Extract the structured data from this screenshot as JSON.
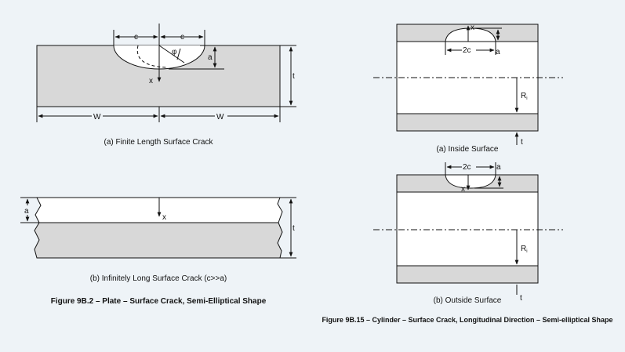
{
  "colors": {
    "background": "#eef3f7",
    "plate_fill": "#d8d8d8",
    "line": "#111111"
  },
  "plate": {
    "finite": {
      "caption": "(a) Finite Length Surface Crack",
      "label_c_left": "c",
      "label_c_right": "c",
      "label_phi": "φ",
      "label_a": "a",
      "label_x": "x",
      "label_t": "t",
      "label_w_left": "W",
      "label_w_right": "W"
    },
    "infinite": {
      "caption": "(b) Infinitely Long Surface Crack (c>>a)",
      "label_a": "a",
      "label_x": "x",
      "label_t": "t"
    },
    "figure_title": "Figure 9B.2 – Plate – Surface Crack, Semi-Elliptical Shape"
  },
  "cylinder": {
    "inside": {
      "caption": "(a) Inside Surface",
      "label_x": "x",
      "label_2c": "2c",
      "label_a": "a",
      "label_r": "R",
      "label_r_sub": "i",
      "label_t": "t"
    },
    "outside": {
      "caption": "(b) Outside Surface",
      "label_2c": "2c",
      "label_a": "a",
      "label_x": "x",
      "label_r": "R",
      "label_r_sub": "i",
      "label_t": "t"
    },
    "figure_title": "Figure 9B.15 – Cylinder – Surface Crack, Longitudinal Direction – Semi-elliptical Shape"
  }
}
